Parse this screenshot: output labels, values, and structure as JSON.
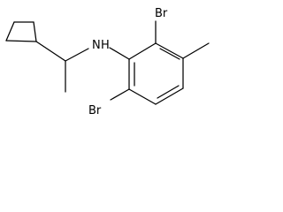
{
  "molecule": {
    "atoms": {
      "nitrogen": "N",
      "hydrogen": "H",
      "bromine_top": "Br",
      "bromine_bottom": "Br"
    },
    "colors": {
      "bond": "#000000",
      "label": "#000000",
      "background": "#ffffff"
    }
  }
}
